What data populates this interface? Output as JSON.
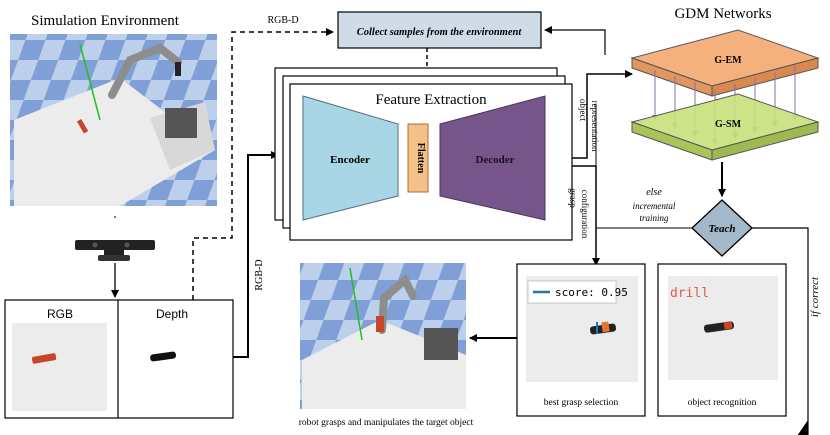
{
  "labels": {
    "sim_env_title": "Simulation Environment",
    "rgbd_top": "RGB-D",
    "collect_samples": "Collect samples from the environment",
    "gdm_title": "GDM Networks",
    "gem": "G-EM",
    "gsm": "G-SM",
    "feature_extraction": "Feature Extraction",
    "encoder": "Encoder",
    "flatten": "Flatten",
    "decoder": "Decoder",
    "object_representation_1": "object",
    "object_representation_2": "representation",
    "grasp_configuration_1": "grasp",
    "grasp_configuration_2": "configuration",
    "else_label": "else",
    "incremental_1": "incremental",
    "incremental_2": "training",
    "teach": "Teach",
    "if_correct": "if correct",
    "rgbd_side": "RGB-D",
    "rgb_panel": "RGB",
    "depth_panel": "Depth",
    "score_text": "score: 0.95",
    "best_grasp": "best grasp selection",
    "drill_label": "drill",
    "object_recognition": "object recognition",
    "robot_caption": "robot grasps and manipulates the target object"
  },
  "colors": {
    "encoder": "#a9d6e5",
    "decoder": "#75558a",
    "flatten": "#f6c08a",
    "gem": "#f4b07d",
    "gsm": "#c8e07a",
    "collect": "#cfdbe6",
    "teach": "#a3b8c8",
    "drill_text": "#e05b4b"
  }
}
